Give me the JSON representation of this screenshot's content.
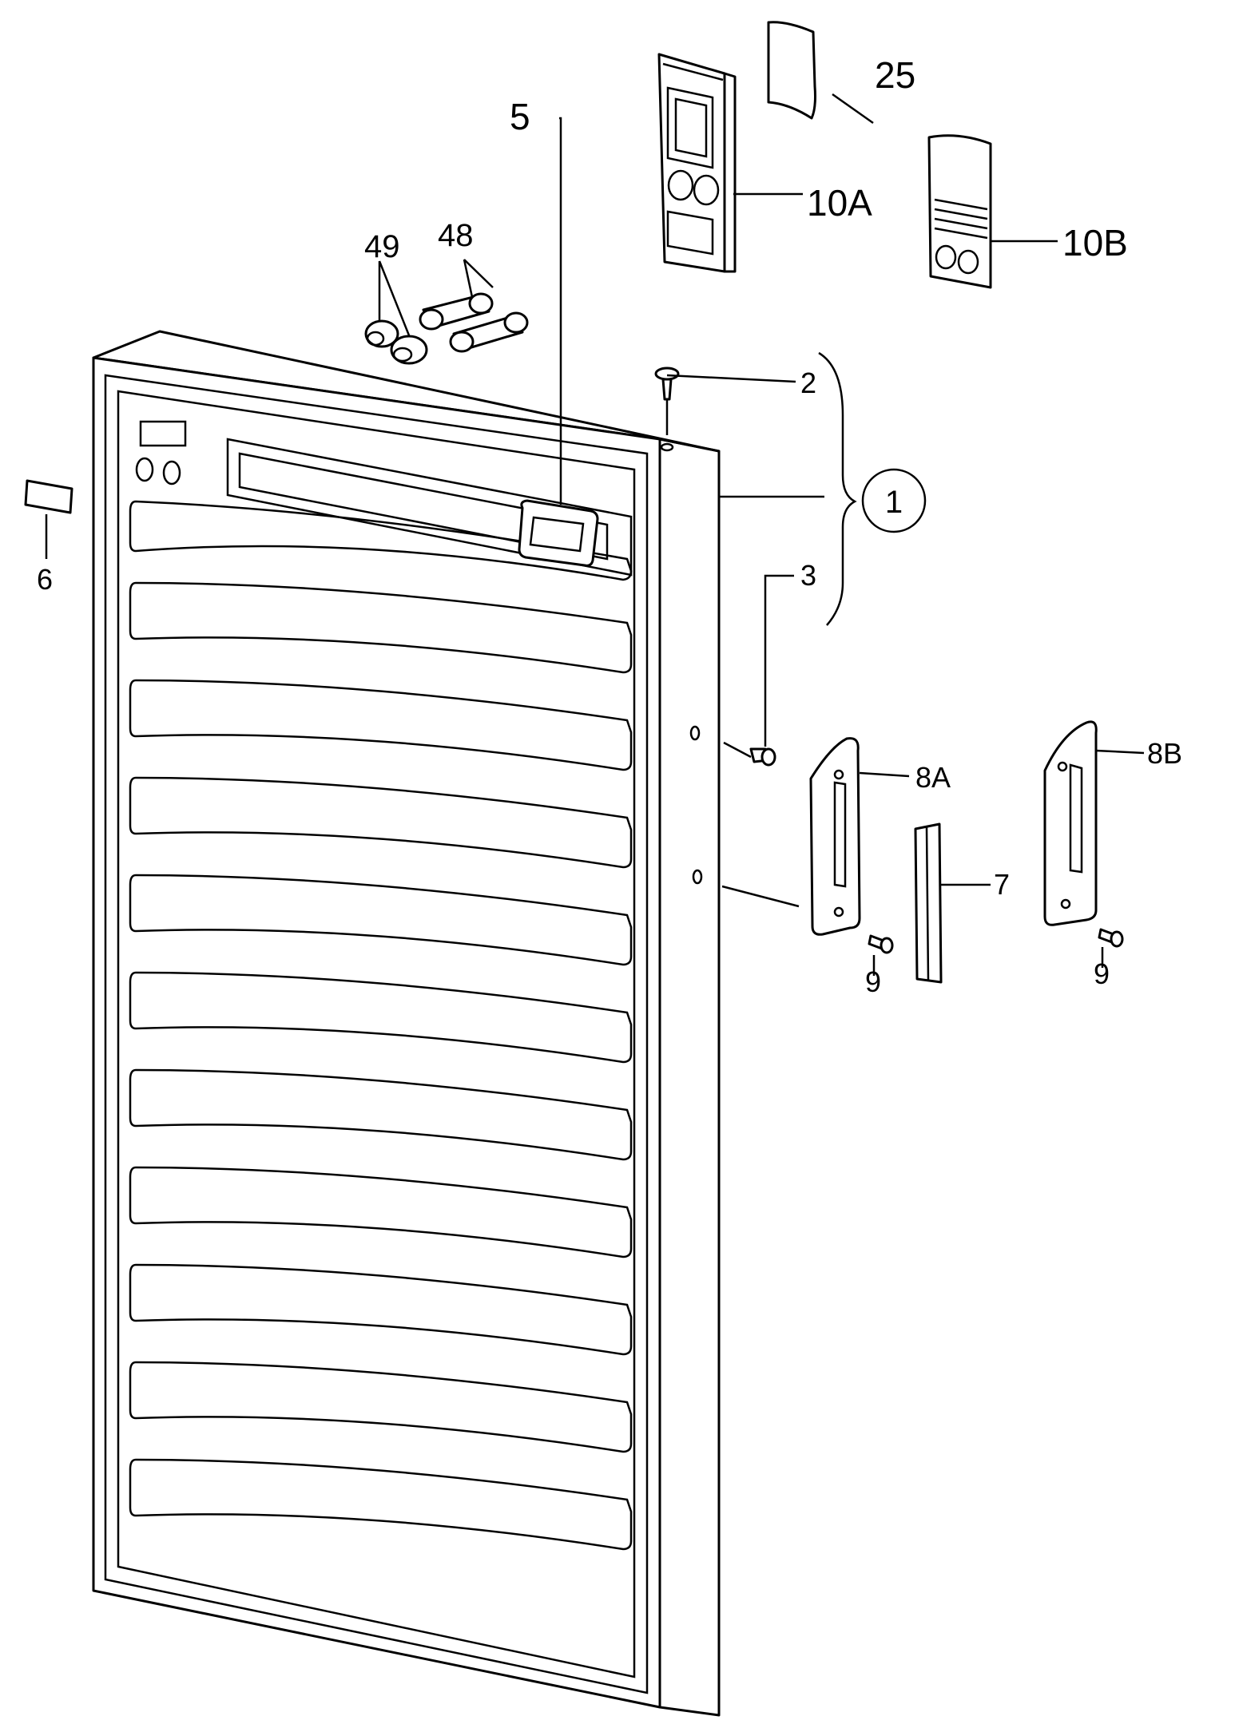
{
  "colors": {
    "line": "#000000",
    "background": "#ffffff"
  },
  "labels": {
    "p1": "1",
    "p2": "2",
    "p3": "3",
    "p5": "5",
    "p6": "6",
    "p7": "7",
    "p8a": "8A",
    "p8b": "8B",
    "p9a": "9",
    "p9b": "9",
    "p10a": "10A",
    "p10b": "10B",
    "p25": "25",
    "p48": "48",
    "p49": "49"
  }
}
